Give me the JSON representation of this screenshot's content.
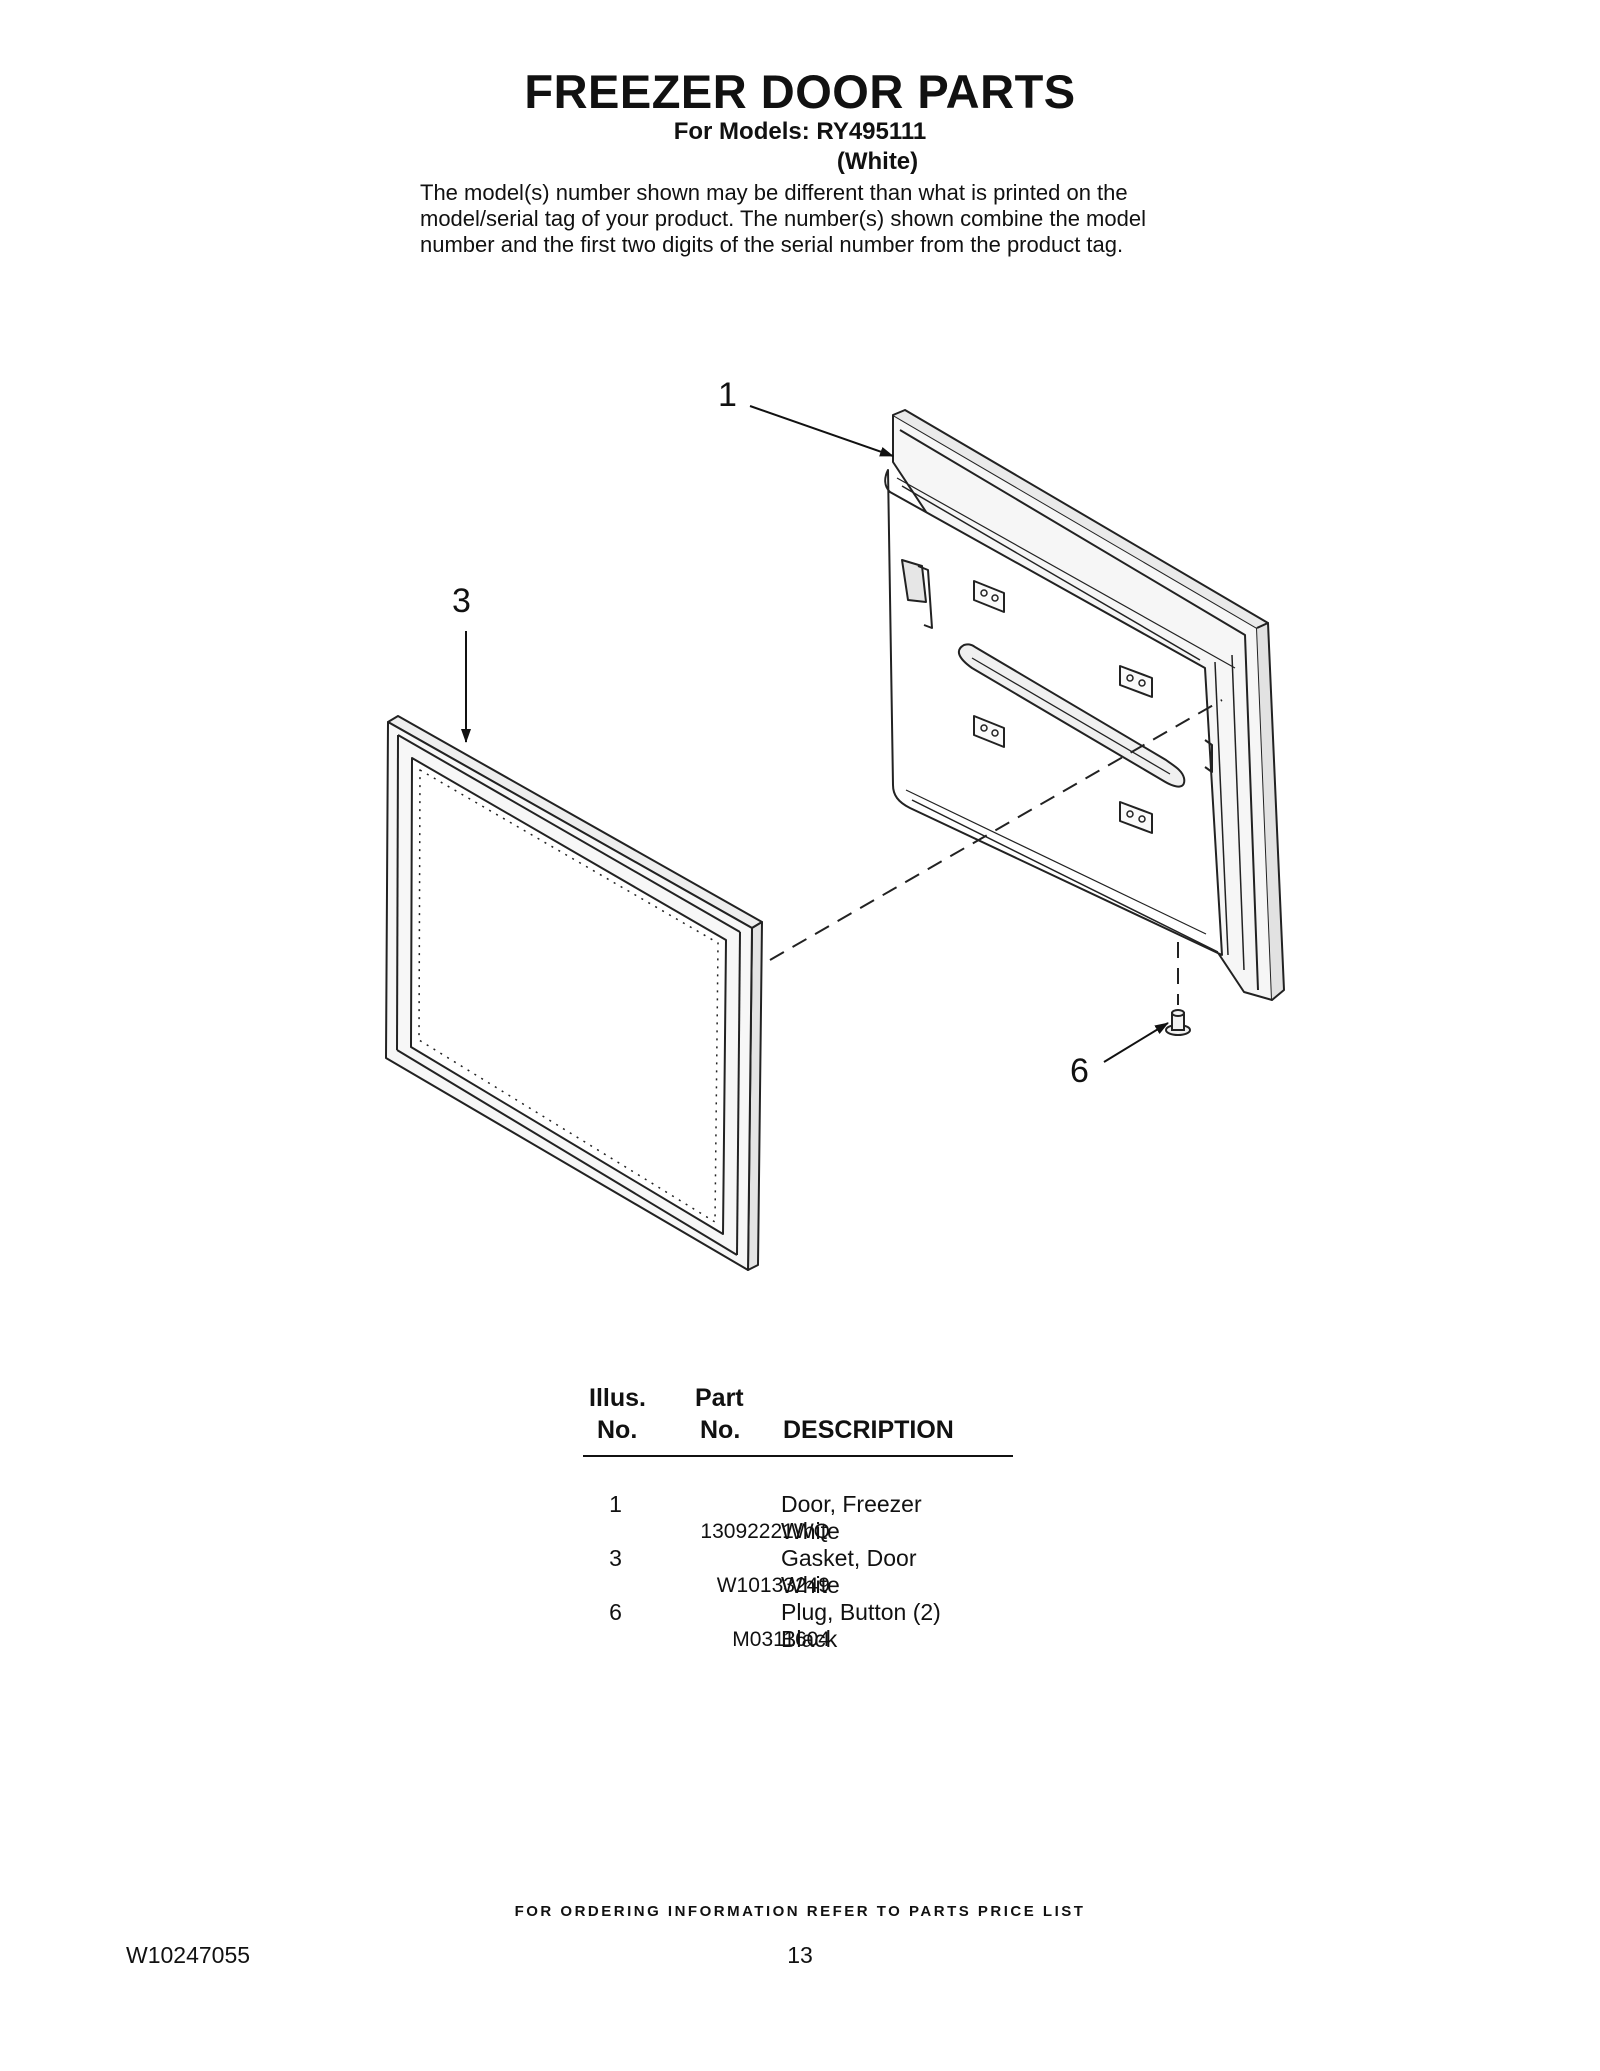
{
  "header": {
    "title": "FREEZER DOOR PARTS",
    "models_line": "For Models: RY495111",
    "variant": "(White)"
  },
  "notice": [
    "The model(s) number shown may be different than what is printed on the",
    "model/serial tag of your product. The number(s) shown combine the model",
    "number and the first two digits of the serial number from the product tag."
  ],
  "diagram": {
    "callouts": [
      "1",
      "3",
      "6"
    ]
  },
  "parts_table": {
    "headers": {
      "illus_top": "Illus.",
      "illus_bottom": "No.",
      "part_top": "Part",
      "part_bottom": "No.",
      "description": "DESCRIPTION"
    },
    "rows": [
      {
        "illus": "1",
        "part": "",
        "description": "Door, Freezer"
      },
      {
        "illus": "",
        "part": "13092221WQ",
        "description": "White"
      },
      {
        "illus": "3",
        "part": "",
        "description": "Gasket, Door"
      },
      {
        "illus": "",
        "part": "W10133249",
        "description": "White"
      },
      {
        "illus": "6",
        "part": "",
        "description": "Plug, Button (2)"
      },
      {
        "illus": "",
        "part": "M0311604",
        "description": "Black"
      }
    ]
  },
  "footer": {
    "ordering_note": "FOR ORDERING INFORMATION REFER TO PARTS PRICE LIST",
    "document_number": "W10247055",
    "page_number": "13"
  }
}
